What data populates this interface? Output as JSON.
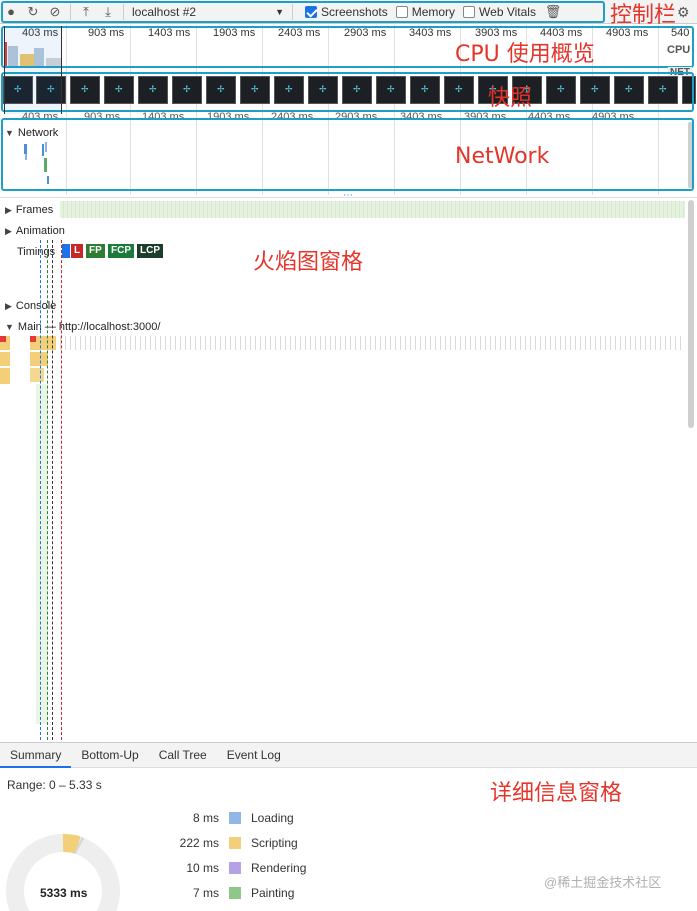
{
  "toolbar": {
    "target": "localhost #2",
    "screenshots_label": "Screenshots",
    "screenshots_checked": true,
    "memory_label": "Memory",
    "memory_checked": false,
    "webvitals_label": "Web Vitals",
    "webvitals_checked": false
  },
  "overview": {
    "ticks": [
      "403 ms",
      "903 ms",
      "1403 ms",
      "1903 ms",
      "2403 ms",
      "2903 ms",
      "3403 ms",
      "3903 ms",
      "4403 ms",
      "4903 ms",
      "540"
    ],
    "cpu_label": "CPU",
    "net_label": "NET"
  },
  "annotations": {
    "control_bar": "控制栏",
    "cpu_overview": "CPU 使用概览",
    "snapshots": "快照",
    "network": "NetWork",
    "flame": "火焰图窗格",
    "details": "详细信息窗格"
  },
  "tracks": {
    "network": "Network",
    "frames": "Frames",
    "animation": "Animation",
    "timings": "Timings",
    "console": "Console",
    "main": "Main — http://localhost:3000/"
  },
  "timing_markers": [
    {
      "label": "L",
      "color": "#c62828"
    },
    {
      "label": "FP",
      "color": "#2e7d32"
    },
    {
      "label": "FCP",
      "color": "#1b7b3a"
    },
    {
      "label": "LCP",
      "color": "#1b3d2a"
    }
  ],
  "details": {
    "tabs": [
      "Summary",
      "Bottom-Up",
      "Call Tree",
      "Event Log"
    ],
    "active_tab": "Summary",
    "range": "Range: 0 – 5.33 s",
    "total": "5333 ms",
    "legend": [
      {
        "ms": "8 ms",
        "label": "Loading",
        "color": "#8fb8e6"
      },
      {
        "ms": "222 ms",
        "label": "Scripting",
        "color": "#f4cf7a"
      },
      {
        "ms": "10 ms",
        "label": "Rendering",
        "color": "#b6a1e6"
      },
      {
        "ms": "7 ms",
        "label": "Painting",
        "color": "#8fc78a"
      }
    ]
  },
  "watermark": "@稀土掘金技术社区"
}
